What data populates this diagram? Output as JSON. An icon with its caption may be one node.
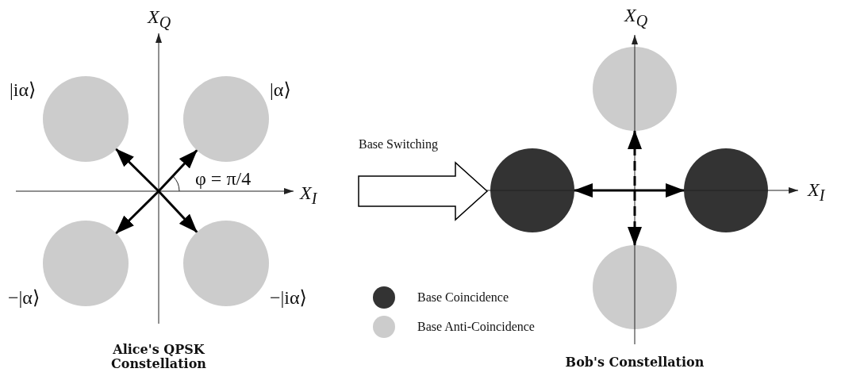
{
  "diagram": {
    "nodes": [
      {
        "text": [],
        "shape": "circle",
        "beside": [
          "|iα⟩"
        ]
      },
      {
        "text": [],
        "shape": "circle",
        "beside": [
          "|α⟩"
        ]
      },
      {
        "text": [],
        "shape": "circle",
        "beside": [
          "−|α⟩"
        ]
      },
      {
        "text": [],
        "shape": "circle",
        "beside": [
          "−|iα⟩"
        ]
      },
      {
        "text": [],
        "shape": "circle"
      },
      {
        "text": [],
        "shape": "circle"
      },
      {
        "text": [],
        "shape": "circle"
      },
      {
        "text": [],
        "shape": "circle"
      }
    ],
    "edges": [
      {
        "from": null,
        "to": 0,
        "arrow": "to"
      },
      {
        "from": null,
        "to": 1,
        "arrow": "to"
      },
      {
        "from": null,
        "to": 2,
        "arrow": "to"
      },
      {
        "from": null,
        "to": 3,
        "arrow": "to"
      },
      {
        "from": 5,
        "to": 6,
        "arrow": "both"
      },
      {
        "from": 4,
        "to": 7,
        "arrow": "both",
        "style": "dashed"
      },
      {
        "from": null,
        "to": 5,
        "arrow": "to",
        "label": "Base Switching",
        "style": "thick"
      }
    ],
    "labels": [
      "X$_{Q}$",
      "X$_{Q}$",
      "φ = π/4",
      "X$_{I}$",
      "X$_{I}$",
      "Alice's QPSK Constellation",
      "Bob's Constellation"
    ],
    "legend": [
      {
        "text": "Base Coincidence",
        "color": "#333333"
      },
      {
        "text": "Base Anti-Coincidence",
        "color": "#cccccc"
      }
    ]
  }
}
